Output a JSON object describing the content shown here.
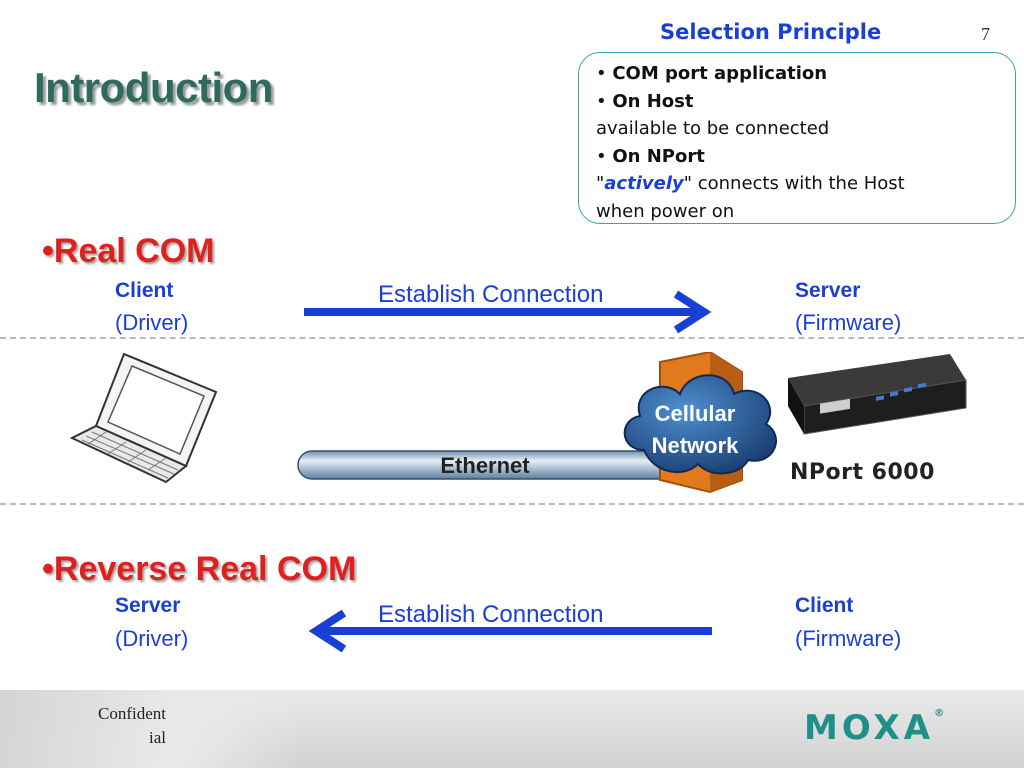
{
  "slide": {
    "title": "Introduction",
    "page_number": "7"
  },
  "selection_box": {
    "title": "Selection Principle",
    "line1": "COM port application",
    "line2": "On Host",
    "line3": "available to be connected",
    "line4": "On NPort",
    "line5_quote_open": "\"",
    "line5_emph": "actively",
    "line5_rest": "\" connects with the Host",
    "line6": "when power on"
  },
  "real_com": {
    "heading": "Real COM",
    "left_role": "Client",
    "left_sub": "(Driver)",
    "connection": "Establish Connection",
    "right_role": "Server",
    "right_sub": "(Firmware)"
  },
  "diagram": {
    "ethernet_label": "Ethernet",
    "cloud_line1": "Cellular",
    "cloud_line2": "Network",
    "device_label": "NPort 6000"
  },
  "reverse_real_com": {
    "heading": "Reverse Real COM",
    "left_role": "Server",
    "left_sub": "(Driver)",
    "connection": "Establish Connection",
    "right_role": "Client",
    "right_sub": "(Firmware)"
  },
  "footer": {
    "confidential_line1": "Confident",
    "confidential_line2": "ial",
    "logo_text": "MOXA",
    "logo_reg": "®"
  },
  "colors": {
    "accent_blue": "#1a3fd6",
    "heading_red": "#e0201e",
    "title_green": "#2e6b5e",
    "box_border": "#36a6a6",
    "logo_teal": "#1f8f8a"
  }
}
